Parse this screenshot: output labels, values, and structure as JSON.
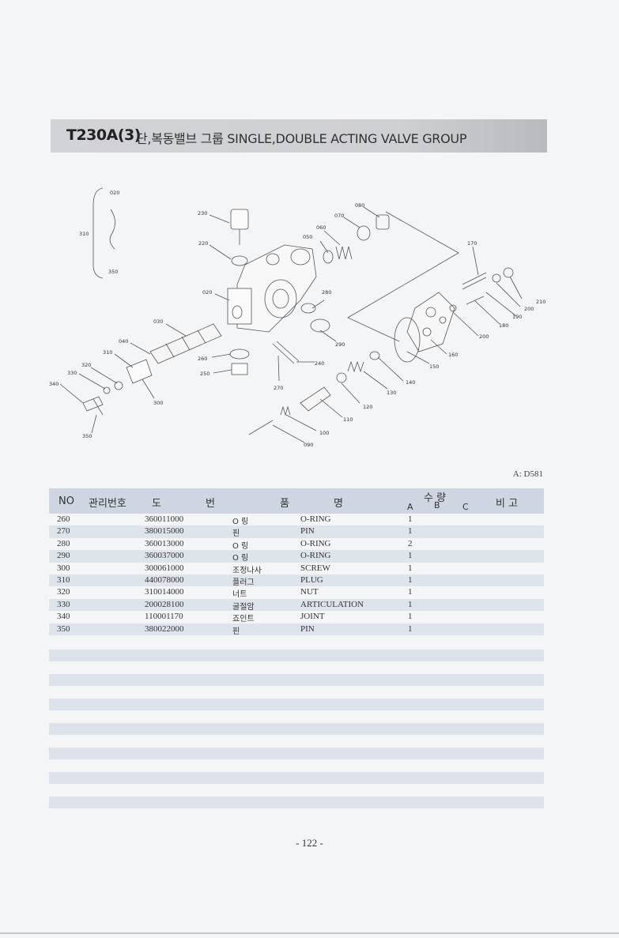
{
  "header": {
    "code": "T230A(3)",
    "title": "단,복동밸브 그룹  SINGLE,DOUBLE ACTING VALVE GROUP"
  },
  "diagram": {
    "callouts": [
      "020",
      "310",
      "350",
      "230",
      "220",
      "020",
      "030",
      "040",
      "310",
      "320",
      "330",
      "340",
      "300",
      "350",
      "080",
      "070",
      "060",
      "050",
      "280",
      "290",
      "260",
      "250",
      "270",
      "240",
      "170",
      "210",
      "200",
      "190",
      "180",
      "200",
      "160",
      "150",
      "140",
      "130",
      "120",
      "110",
      "100",
      "090"
    ]
  },
  "reference": "A: D581",
  "table": {
    "headers": {
      "no": "NO",
      "mgmt": "관리번호",
      "drawing_1": "도",
      "drawing_2": "번",
      "name_1": "품",
      "name_2": "명",
      "qty": "수 량",
      "qty_a": "A",
      "qty_b": "B",
      "qty_c": "C",
      "remarks": "비 고"
    },
    "rows": [
      {
        "no": "260",
        "part": "360011000",
        "kr": "O 링",
        "en": "O-RING",
        "qa": "1"
      },
      {
        "no": "270",
        "part": "380015000",
        "kr": "핀",
        "en": "PIN",
        "qa": "1"
      },
      {
        "no": "280",
        "part": "360013000",
        "kr": "O 링",
        "en": "O-RING",
        "qa": "2"
      },
      {
        "no": "290",
        "part": "360037000",
        "kr": "O 링",
        "en": "O-RING",
        "qa": "1"
      },
      {
        "no": "300",
        "part": "300061000",
        "kr": "조정나사",
        "en": "SCREW",
        "qa": "1"
      },
      {
        "no": "310",
        "part": "440078000",
        "kr": "플러그",
        "en": "PLUG",
        "qa": "1"
      },
      {
        "no": "320",
        "part": "310014000",
        "kr": "너트",
        "en": "NUT",
        "qa": "1"
      },
      {
        "no": "330",
        "part": "200028100",
        "kr": "굴절암",
        "en": "ARTICULATION",
        "qa": "1"
      },
      {
        "no": "340",
        "part": "110001170",
        "kr": "죠인트",
        "en": "JOINT",
        "qa": "1"
      },
      {
        "no": "350",
        "part": "380022000",
        "kr": "핀",
        "en": "PIN",
        "qa": "1"
      }
    ]
  },
  "footer": {
    "page": "- 122 -"
  }
}
